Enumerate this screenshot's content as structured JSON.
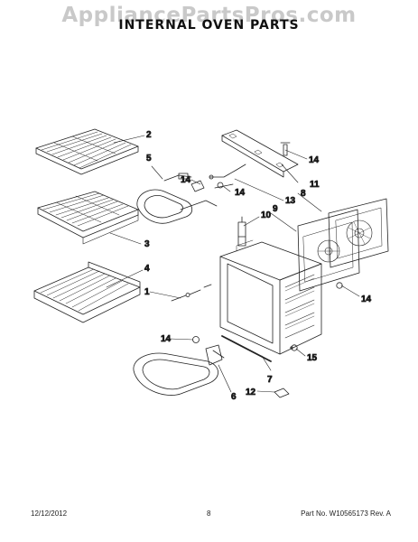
{
  "watermark": "AppliancePartsPros.com",
  "title": "INTERNAL OVEN PARTS",
  "callouts": {
    "c1": "1",
    "c2": "2",
    "c3": "3",
    "c4": "4",
    "c5": "5",
    "c6": "6",
    "c7": "7",
    "c8": "8",
    "c9": "9",
    "c10": "10",
    "c11": "11",
    "c12": "12",
    "c13": "13",
    "c14a": "14",
    "c14b": "14",
    "c14c": "14",
    "c14d": "14",
    "c14e": "14",
    "c15": "15"
  },
  "footer": {
    "date": "12/12/2012",
    "page": "8",
    "part": "Part No. W10565173  Rev. A"
  }
}
